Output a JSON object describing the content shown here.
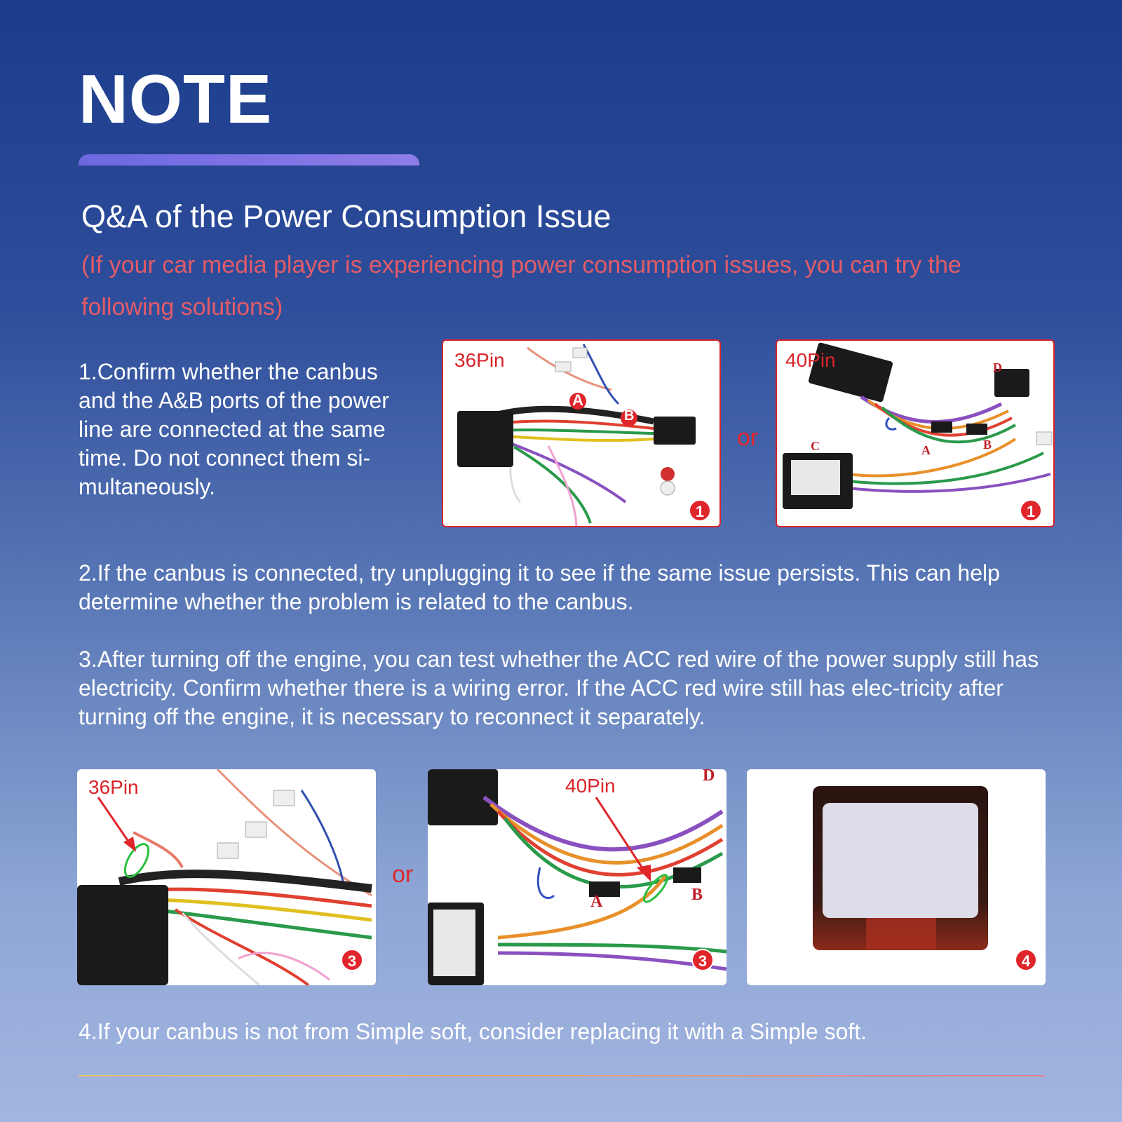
{
  "header": {
    "title": "NOTE",
    "subtitle": "Q&A of the Power Consumption Issue",
    "hint": "(If your car media player is experiencing power consumption issues, you can try the following solutions)"
  },
  "steps": [
    "1.Confirm whether the canbus and the A&B ports of the power line are connected at the same time. Do not connect them si-multaneously.",
    "2.If the canbus is connected, try unplugging it to see if the same issue persists. This can help determine whether the problem is related to the canbus.",
    "3.After turning off the engine, you can test whether the ACC red wire of the power supply still has electricity. Confirm whether there is a wiring error. If the ACC red wire still has elec-tricity after turning off the engine, it is necessary to reconnect it separately.",
    "4.If your canbus is not from Simple soft, consider replacing it with a Simple soft."
  ],
  "or_label": "or",
  "photos": {
    "row1": [
      {
        "pin_label": "36Pin",
        "marker_a": "A",
        "marker_b": "B",
        "badge": "1"
      },
      {
        "pin_label": "40Pin",
        "marker_a": "A",
        "marker_b": "B",
        "marker_c": "C",
        "marker_d": "D",
        "badge": "1"
      }
    ],
    "row2": [
      {
        "pin_label": "36Pin",
        "badge": "3"
      },
      {
        "pin_label": "40Pin",
        "marker_a": "A",
        "marker_b": "B",
        "marker_d": "D",
        "badge": "3"
      },
      {
        "badge": "4"
      }
    ]
  },
  "colors": {
    "accent_red": "#e0262b",
    "hint_red": "#e35b67",
    "bar_purple": "#7a70e4"
  }
}
